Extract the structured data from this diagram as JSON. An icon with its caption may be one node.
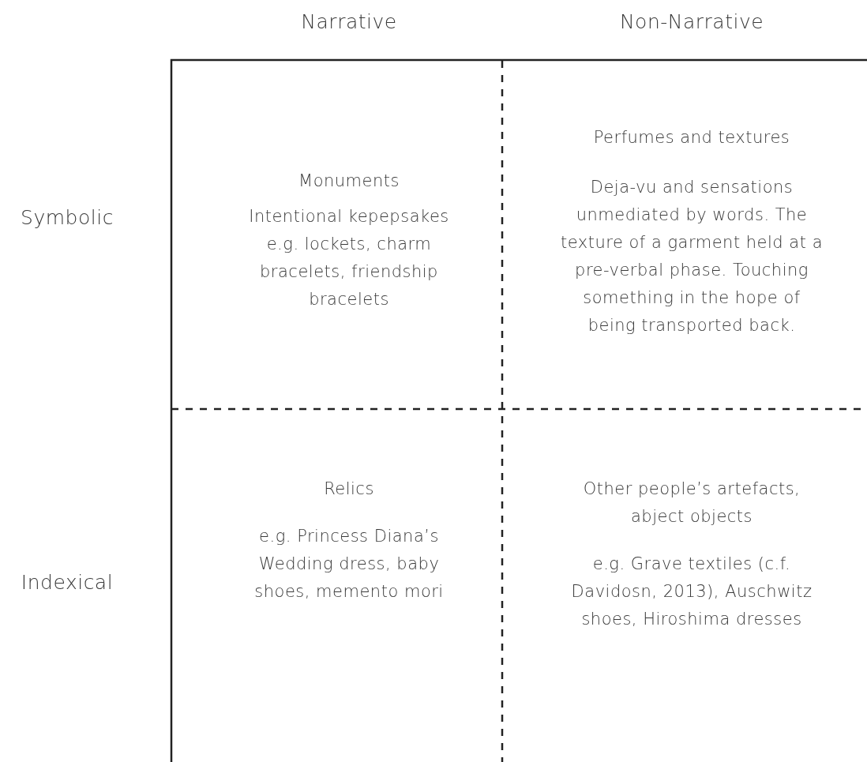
{
  "diagram": {
    "labels": [
      "Narrative",
      "Non-Narrative",
      "Perfumes and textures",
      "Monuments",
      "Deja-vu and sensations unmediated by words. The texture of a garment held at a pre-verbal phase. Touching something in the hope of being transported back.",
      "Intentional kepepsakes e.g. lockets, charm bracelets, friendship bracelets",
      "Symbolic",
      "Relics",
      "Other people’s artefacts, abject objects",
      "e.g. Princess Diana’s Wedding dress, baby shoes, memento mori",
      "Indexical",
      "e.g. Grave textiles (c.f. Davidosn, 2013), Auschwitz shoes, Hiroshima dresses"
    ]
  }
}
